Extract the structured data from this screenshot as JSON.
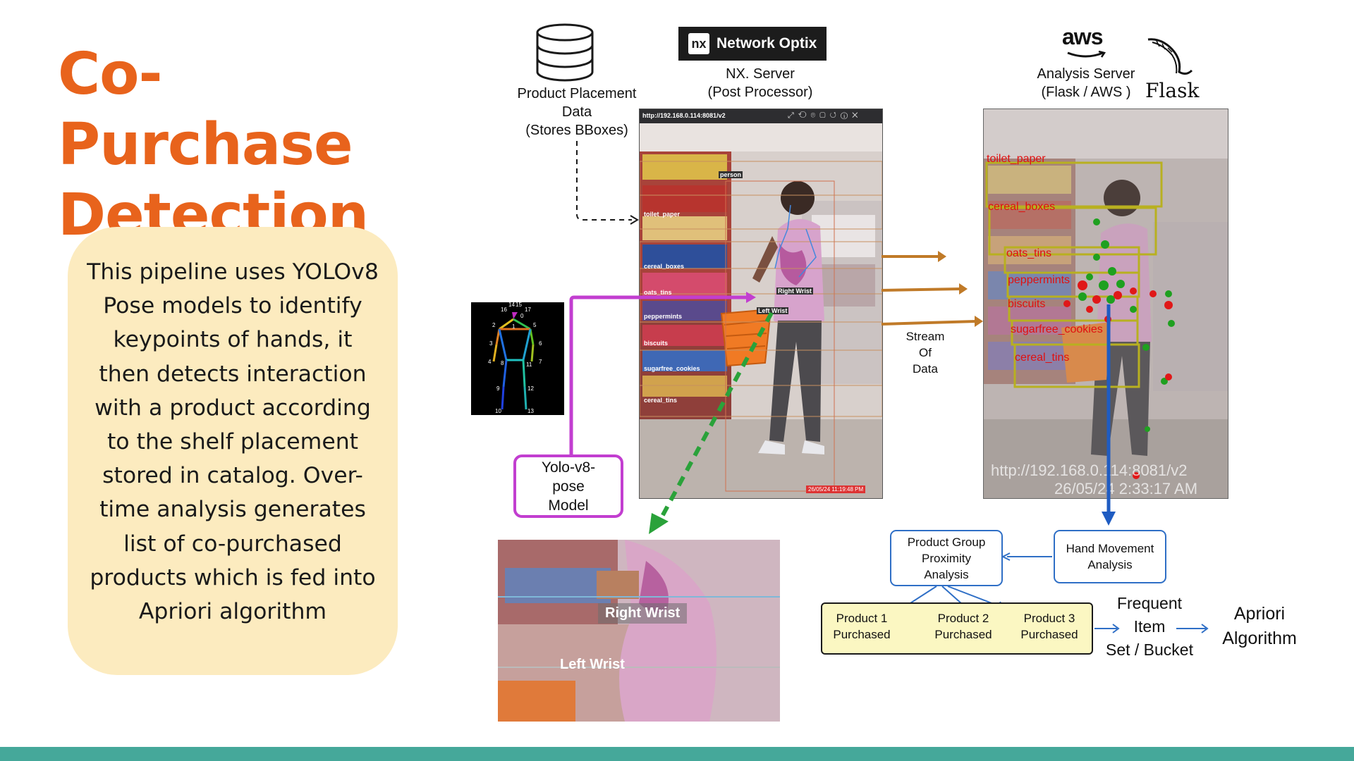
{
  "title": {
    "line1": "Co-Purchase",
    "line2": "Detection"
  },
  "description": "This pipeline uses YOLOv8 Pose models to identify keypoints of hands, it then detects interaction with a product according to the shelf placement stored in catalog. Over-time analysis generates list of co-purchased products which is fed into Apriori algorithm",
  "database": {
    "line1": "Product Placement",
    "line2": "Data",
    "line3": "(Stores BBoxes)"
  },
  "nx": {
    "logo_mark": "nx",
    "logo_text": "Network Optix",
    "line1": "NX. Server",
    "line2": "(Post Processor)"
  },
  "analysis_server": {
    "aws_logo": "aws",
    "flask_logo": "Flask",
    "line1": "Analysis Server",
    "line2": "(Flask / AWS )"
  },
  "camera_feed": {
    "url": "http://192.168.0.114:8081/v2",
    "timestamp": "26/05/24 11:19:48 PM",
    "labels": [
      "person",
      "toilet_paper",
      "cereal_boxes",
      "oats_tins",
      "peppermints",
      "biscuits",
      "sugarfree_cookies",
      "cereal_tins"
    ],
    "wrist_labels": [
      "Right Wrist",
      "Left Wrist"
    ]
  },
  "analysis_feed": {
    "labels": [
      "toilet_paper",
      "cereal_boxes",
      "oats_tins",
      "peppermints",
      "biscuits",
      "sugarfree_cookies",
      "cereal_tins"
    ],
    "url": "http://192.168.0.114:8081/v2",
    "timestamp": "26/05/24 2:33:17 AM"
  },
  "skeleton_numbers": [
    "14",
    "15",
    "16",
    "17",
    "0",
    "2",
    "1",
    "5",
    "3",
    "6",
    "4",
    "8",
    "7",
    "11",
    "9",
    "12",
    "10",
    "13"
  ],
  "stream_label": {
    "line1": "Stream",
    "line2": "Of",
    "line3": "Data"
  },
  "yolo_model": {
    "line1": "Yolo-v8-",
    "line2": "pose",
    "line3": "Model"
  },
  "zoom_labels": {
    "right": "Right Wrist",
    "left": "Left Wrist"
  },
  "flow": {
    "hand_movement": {
      "line1": "Hand Movement",
      "line2": "Analysis"
    },
    "proximity": {
      "line1": "Product Group",
      "line2": "Proximity",
      "line3": "Analysis"
    },
    "products": [
      {
        "line1": "Product 1",
        "line2": "Purchased"
      },
      {
        "line1": "Product 2",
        "line2": "Purchased"
      },
      {
        "line1": "Product 3",
        "line2": "Purchased"
      }
    ],
    "frequent": {
      "line1": "Frequent",
      "line2": "Item",
      "line3": "Set / Bucket"
    },
    "apriori": {
      "line1": "Apriori",
      "line2": "Algorithm"
    }
  },
  "colors": {
    "title": "#e8631c",
    "desc_bg": "#fcebbf",
    "teal_bar": "#45a89a",
    "flow_border": "#2f6fc6",
    "yolo_border": "#c23ed0",
    "stream_arrow": "#c07a28",
    "green_arrow": "#2aa23a",
    "blue_arrow": "#1f5cc2",
    "yellow_box": "#fbf7c2"
  }
}
